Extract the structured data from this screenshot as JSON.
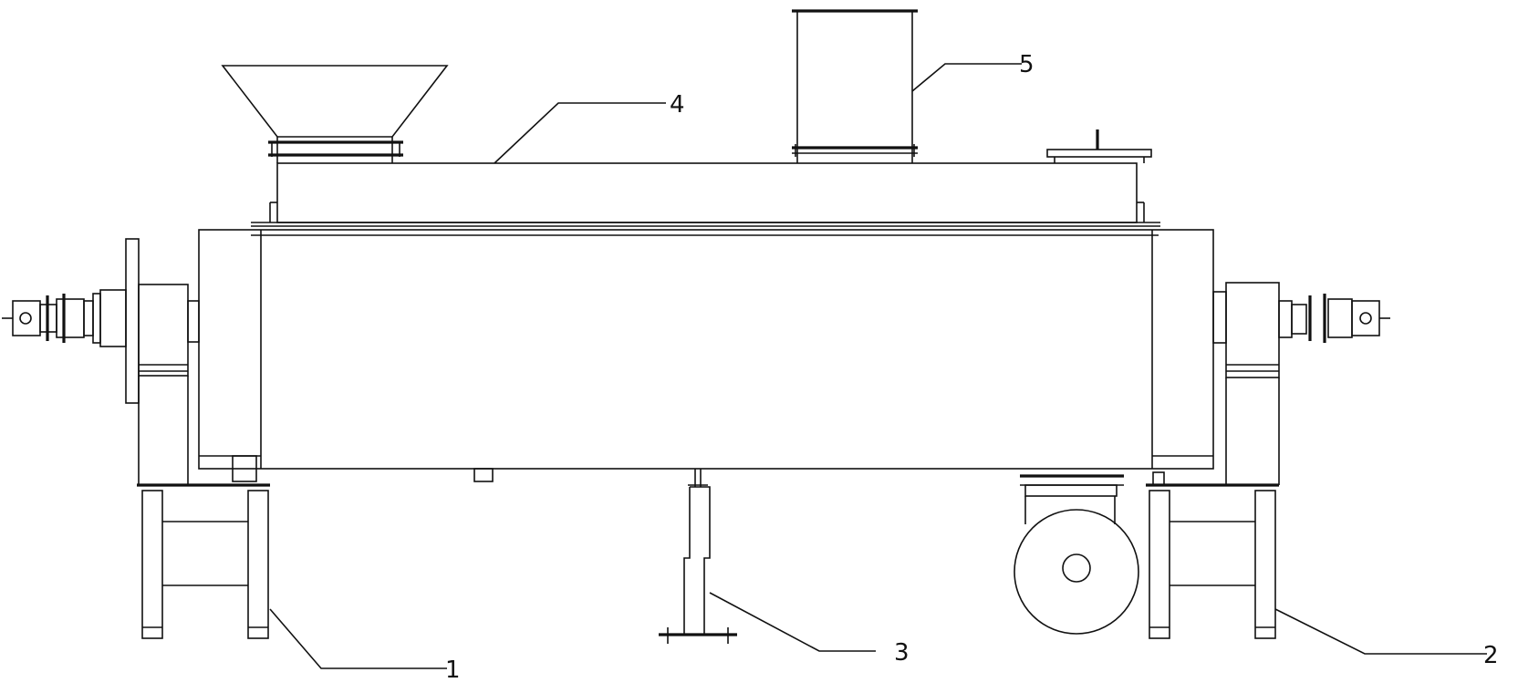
{
  "figure": {
    "callouts": [
      {
        "id": "1",
        "label": "1"
      },
      {
        "id": "2",
        "label": "2"
      },
      {
        "id": "3",
        "label": "3"
      },
      {
        "id": "4",
        "label": "4"
      },
      {
        "id": "5",
        "label": "5"
      }
    ]
  }
}
